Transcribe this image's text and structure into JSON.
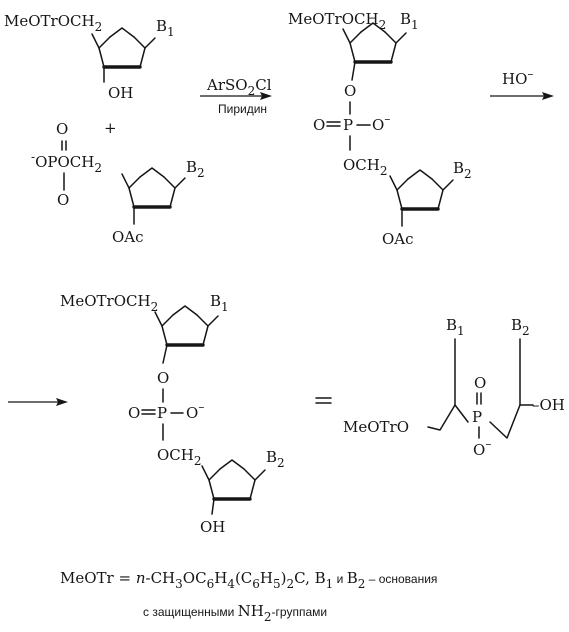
{
  "reactant1": {
    "protect": "MeOTrOCH",
    "sub": "2",
    "base": "B",
    "base_sub": "1",
    "oh": "OH"
  },
  "plus": "+",
  "reactant2": {
    "o_top": "O",
    "o_neg": "-",
    "o_left": "O",
    "p": "P",
    "och": "OCH",
    "sub": "2",
    "o_bottom": "O",
    "base": "B",
    "base_sub": "2",
    "oac": "OAc"
  },
  "conditions": {
    "reagent": "ArSO",
    "reagent_sub": "2",
    "reagent_end": "Cl",
    "solvent": "Пиридин"
  },
  "intermediate": {
    "protect": "MeOTrOCH",
    "sub": "2",
    "base1": "B",
    "base1_sub": "1",
    "o_link": "O",
    "o_eq": "O",
    "p": "P",
    "o_minus": "O",
    "neg": "–",
    "och": "OCH",
    "base2": "B",
    "base2_sub": "2",
    "oac": "OAc"
  },
  "hydrolysis": {
    "reagent": "HO",
    "neg": "–"
  },
  "product": {
    "protect": "MeOTrOCH",
    "sub": "2",
    "base1": "B",
    "base1_sub": "1",
    "o_link": "O",
    "o_eq": "O",
    "p": "P",
    "o_minus": "O",
    "neg": "–",
    "och": "OCH",
    "base2": "B",
    "base2_sub": "2",
    "oh": "OH"
  },
  "equals": "=",
  "shorthand": {
    "base1": "B",
    "base1_sub": "1",
    "base2": "B",
    "base2_sub": "2",
    "o_top": "O",
    "p": "P",
    "o_bottom": "O",
    "neg": "–",
    "oh": "–OH",
    "protect": "MeOTrO"
  },
  "legend": {
    "line1_start": "MeOTr = ",
    "line1_n": "n",
    "line1_formula": "-CH",
    "s3": "3",
    "oc": "OC",
    "s6": "6",
    "h": "H",
    "s4": "4",
    "paren": "(C",
    "s6b": "6",
    "h2": "H",
    "s5": "5",
    "close": ")",
    "s2": "2",
    "c_comma": "C, B",
    "b1": "1",
    "and": " и ",
    "b2_letter": "B",
    "b2": "2",
    "bases": " – основания",
    "line2_start": "с защищенными ",
    "nh": "NH",
    "nh_sub": "2",
    "line2_end": "-группами"
  }
}
